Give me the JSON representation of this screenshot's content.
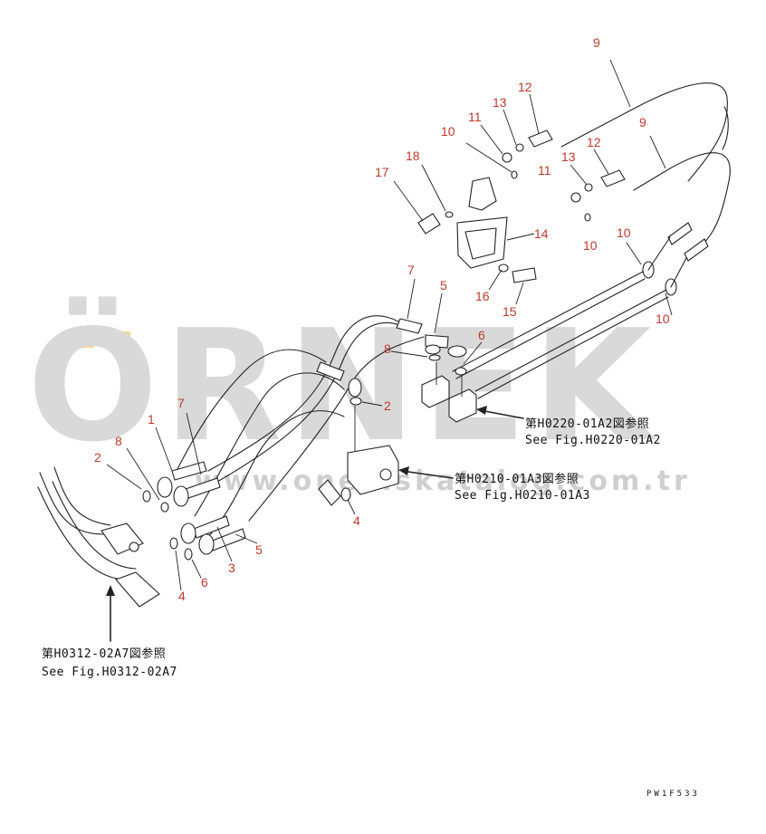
{
  "watermark": {
    "main": "ÖRNEK",
    "sub": "www.onekiskatalog.com.tr",
    "color": "#d9d9d9",
    "accent": "#f2dc8a"
  },
  "callouts": [
    {
      "id": "c9a",
      "label": "9"
    },
    {
      "id": "c12a",
      "label": "12"
    },
    {
      "id": "c13a",
      "label": "13"
    },
    {
      "id": "c11a",
      "label": "11"
    },
    {
      "id": "c10a",
      "label": "10"
    },
    {
      "id": "c9b",
      "label": "9"
    },
    {
      "id": "c12b",
      "label": "12"
    },
    {
      "id": "c13b",
      "label": "13"
    },
    {
      "id": "c11b",
      "label": "11"
    },
    {
      "id": "c17",
      "label": "17"
    },
    {
      "id": "c18",
      "label": "18"
    },
    {
      "id": "c14",
      "label": "14"
    },
    {
      "id": "c10b",
      "label": "10"
    },
    {
      "id": "c10c",
      "label": "10"
    },
    {
      "id": "c7a",
      "label": "7"
    },
    {
      "id": "c5a",
      "label": "5"
    },
    {
      "id": "c16",
      "label": "16"
    },
    {
      "id": "c15",
      "label": "15"
    },
    {
      "id": "c10d",
      "label": "10"
    },
    {
      "id": "c8a",
      "label": "8"
    },
    {
      "id": "c6a",
      "label": "6"
    },
    {
      "id": "c2a",
      "label": "2"
    },
    {
      "id": "c7b",
      "label": "7"
    },
    {
      "id": "c1",
      "label": "1"
    },
    {
      "id": "c8b",
      "label": "8"
    },
    {
      "id": "c2b",
      "label": "2"
    },
    {
      "id": "c4a",
      "label": "4"
    },
    {
      "id": "c3",
      "label": "3"
    },
    {
      "id": "c5b",
      "label": "5"
    },
    {
      "id": "c4b",
      "label": "4"
    },
    {
      "id": "c6b",
      "label": "6"
    }
  ],
  "references": [
    {
      "id": "ref1",
      "line1": "第H0220-01A2図参照",
      "line2": "See Fig.H0220-01A2"
    },
    {
      "id": "ref2",
      "line1": "第H0210-01A3図参照",
      "line2": "See Fig.H0210-01A3"
    },
    {
      "id": "ref3",
      "line1": "第H0312-02A7図参照",
      "line2": "See Fig.H0312-02A7"
    }
  ],
  "drawing_code": "PW1F533"
}
